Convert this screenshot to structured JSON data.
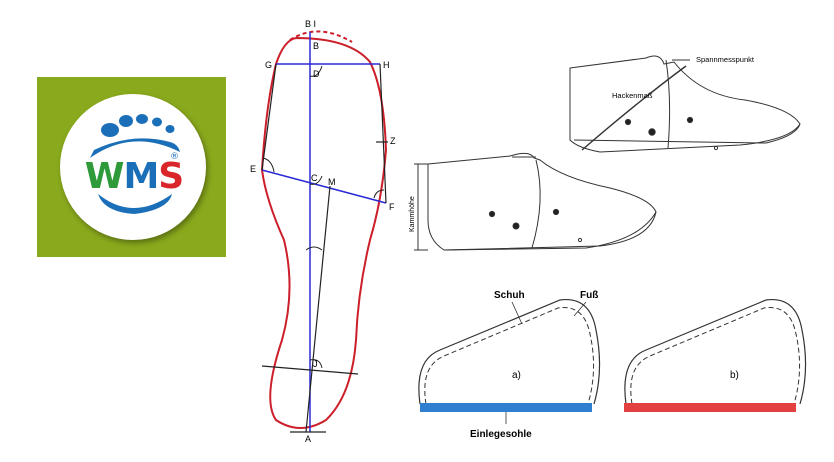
{
  "logo": {
    "letters": [
      "W",
      "M",
      "S"
    ],
    "letter_colors": [
      "#2f9a3a",
      "#1b6fb8",
      "#d8262b"
    ],
    "registered_mark": "®",
    "panel_color": "#8aaa1d",
    "foot_color": "#1b6fb8"
  },
  "foot_outline": {
    "points": {
      "B1": "B I",
      "B": "B",
      "G": "G",
      "H": "H",
      "D": "D",
      "Z": "Z",
      "E": "E",
      "C": "C",
      "M": "M",
      "F": "F",
      "J": "J",
      "A": "A"
    },
    "outline_color": "#cc1f2a",
    "axis_color": "#2a2ad6"
  },
  "last_top": {
    "label_measure_point": "Spannmesspunkt",
    "label_heel": "Hackenmaß"
  },
  "last_side": {
    "label_height": "Kammhöhe"
  },
  "fit_diagram": {
    "label_shoe": "Schuh",
    "label_foot": "Fuß",
    "label_a": "a)",
    "label_b": "b)",
    "label_insole": "Einlegesohle",
    "insole_a_color": "#2f7fd0",
    "insole_b_color": "#e2413f"
  }
}
